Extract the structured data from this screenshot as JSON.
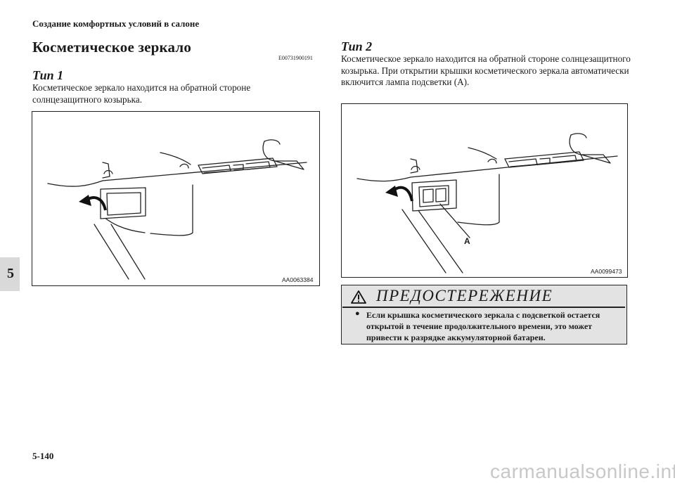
{
  "header": "Создание комфортных условий в салоне",
  "title": "Косметическое зеркало",
  "section_code": "E00731900191",
  "type1": {
    "label": "Тип 1",
    "text": "Косметическое зеркало находится на обратной стороне солнцезащитного козырька.",
    "figure_code": "AA0063384"
  },
  "type2": {
    "label": "Тип 2",
    "text": "Косметическое зеркало находится на обратной стороне солнцезащитного козырька. При открытии крышки косметического зеркала автоматически включится лампа подсветки (A).",
    "figure_code": "AA0099473",
    "figure_label": "A"
  },
  "warning": {
    "title": "ПРЕДОСТЕРЕЖЕНИЕ",
    "bullet": "●",
    "text": "Если крышка косметического зеркала с подсветкой остается открытой в течение продолжительного времени, это может привести к разрядке аккумуляторной батареи."
  },
  "chapter_tab": "5",
  "page_number": "5-140",
  "watermark": "carmanualsonline.info"
}
